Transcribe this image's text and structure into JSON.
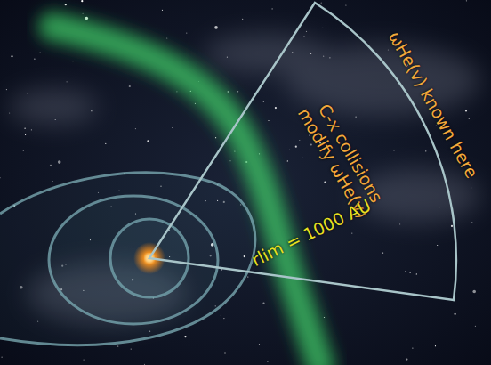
{
  "diagram": {
    "labels": [
      "ωHe(v) known here",
      "C-x collisions modify ωHe(v)",
      "rlim = 1000 AU"
    ]
  }
}
